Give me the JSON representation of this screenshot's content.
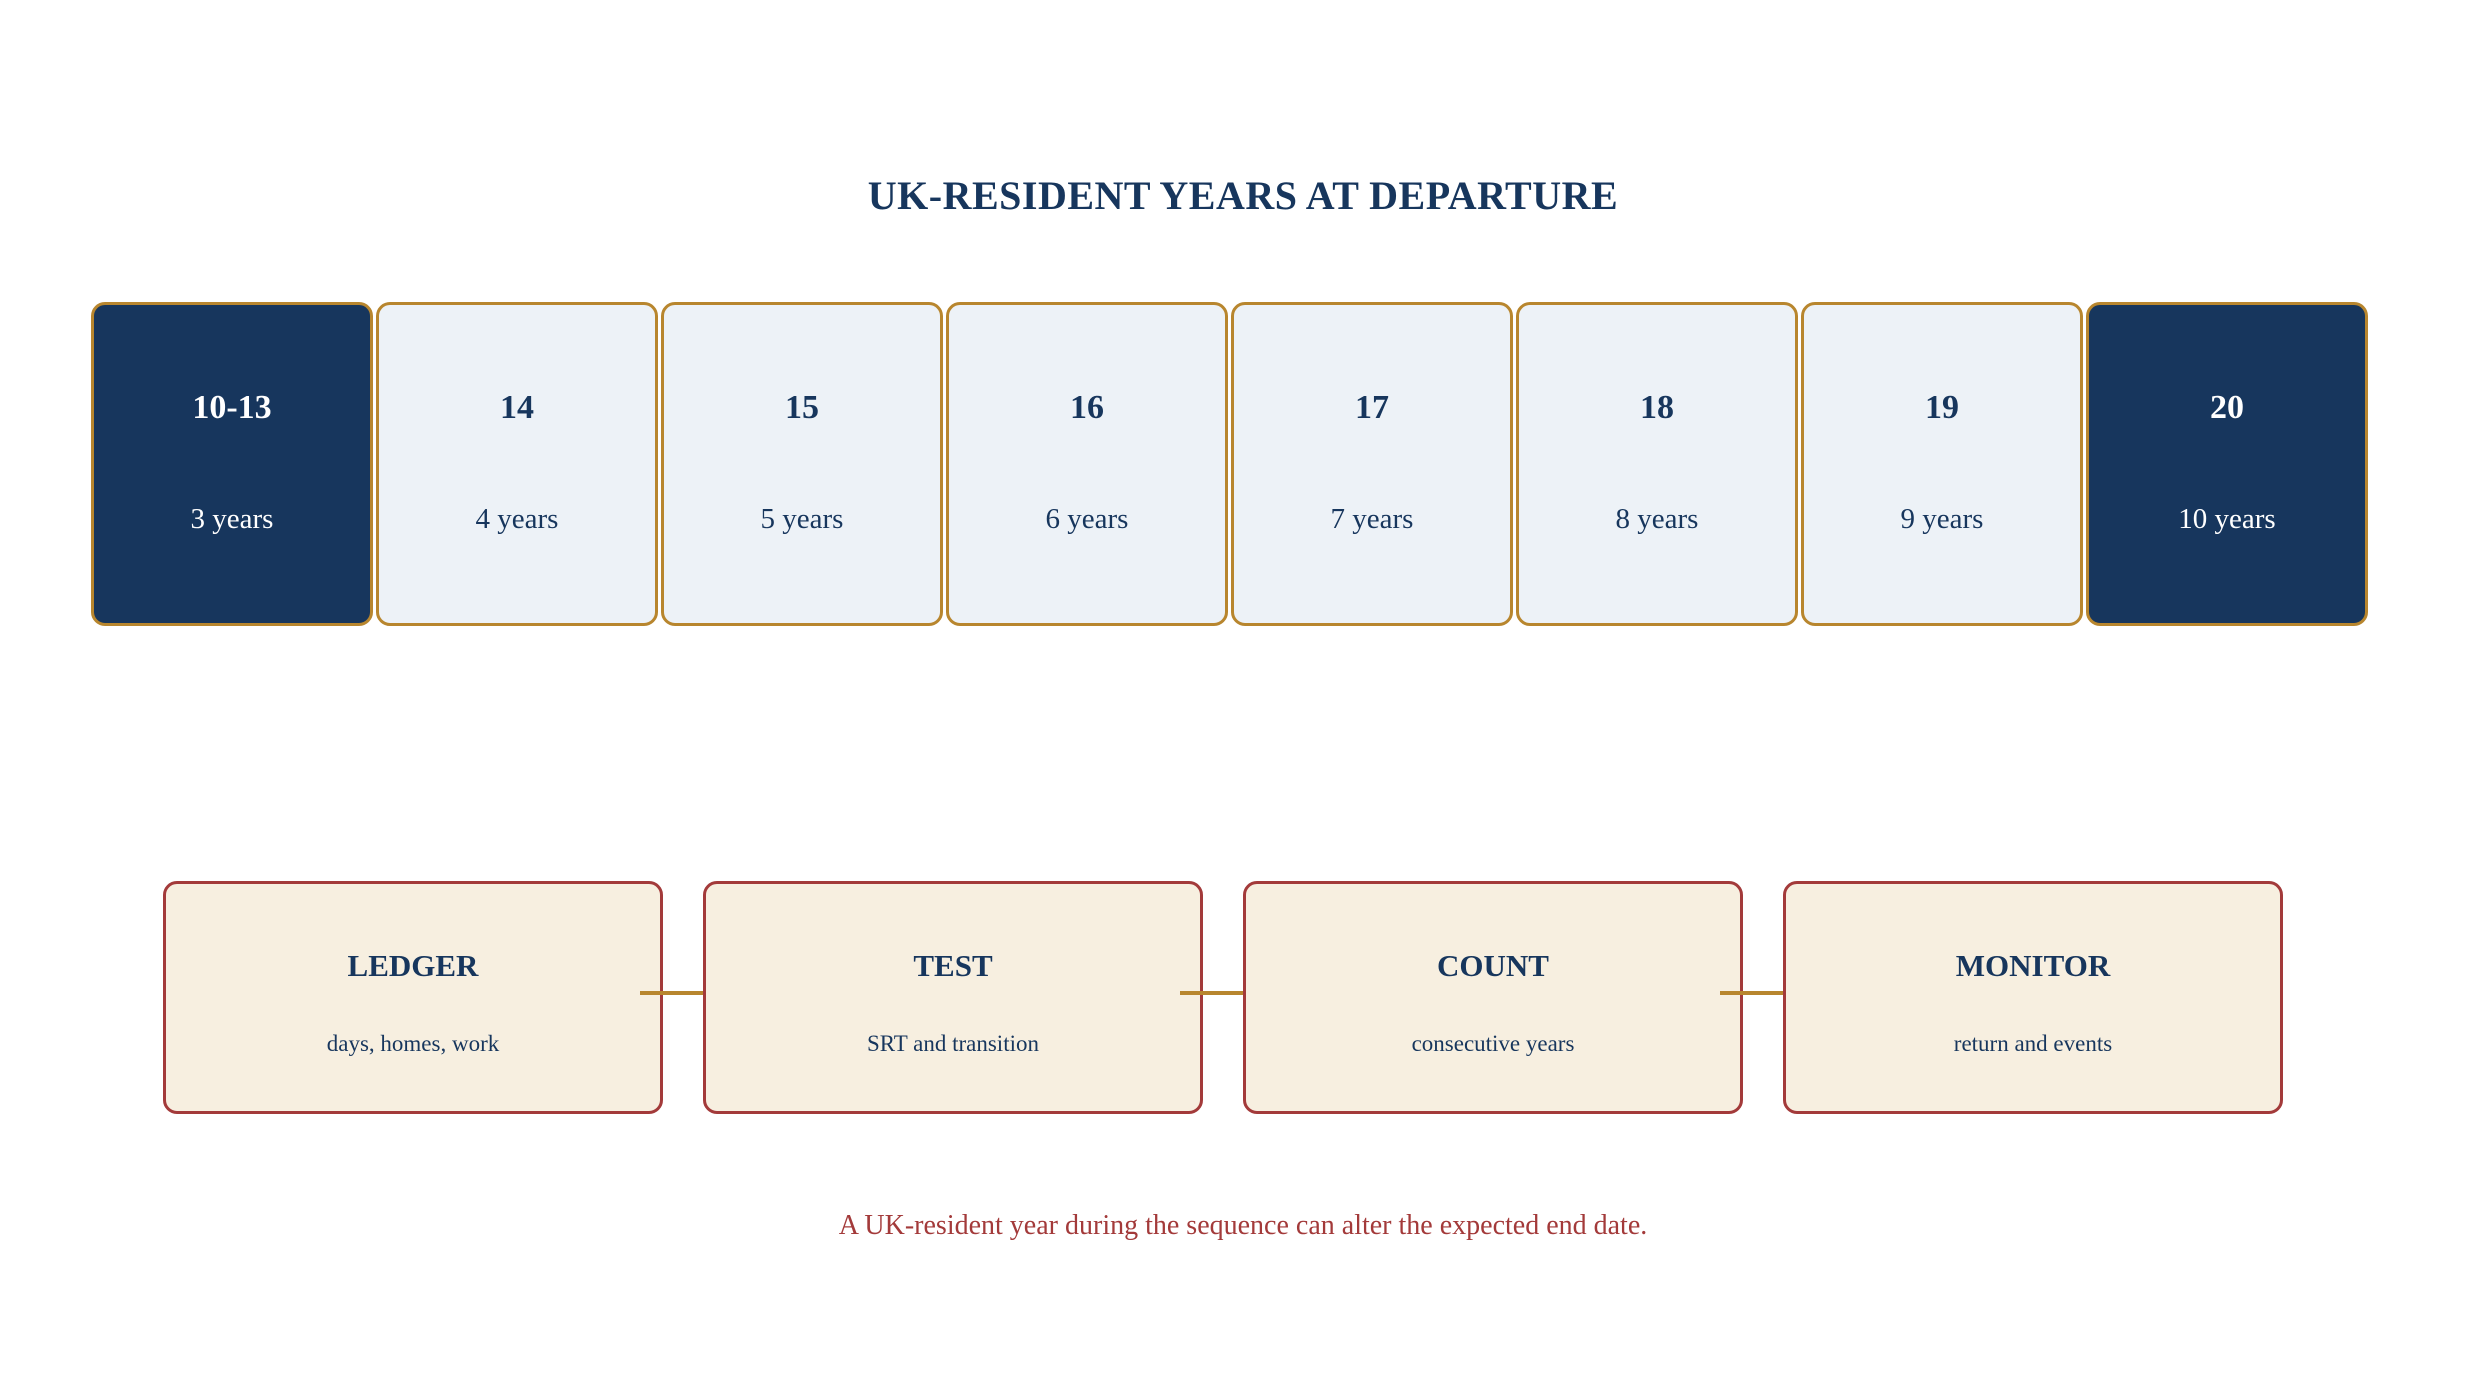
{
  "title": "UK-RESIDENT YEARS AT DEPARTURE",
  "years": [
    {
      "label": "10-13",
      "value": "3 years",
      "highlight": true
    },
    {
      "label": "14",
      "value": "4 years",
      "highlight": false
    },
    {
      "label": "15",
      "value": "5 years",
      "highlight": false
    },
    {
      "label": "16",
      "value": "6 years",
      "highlight": false
    },
    {
      "label": "17",
      "value": "7 years",
      "highlight": false
    },
    {
      "label": "18",
      "value": "8 years",
      "highlight": false
    },
    {
      "label": "19",
      "value": "9 years",
      "highlight": false
    },
    {
      "label": "20",
      "value": "10 years",
      "highlight": true
    }
  ],
  "steps": [
    {
      "title": "LEDGER",
      "desc": "days, homes, work"
    },
    {
      "title": "TEST",
      "desc": "SRT and transition"
    },
    {
      "title": "COUNT",
      "desc": "consecutive years"
    },
    {
      "title": "MONITOR",
      "desc": "return and events"
    }
  ],
  "footnote": "A UK-resident year during the sequence can alter the expected end date.",
  "colors": {
    "navy": "#17365d",
    "gold": "#b8862e",
    "red": "#a33a3a",
    "light_box": "#edf2f7",
    "cream_box": "#f7efe0"
  }
}
